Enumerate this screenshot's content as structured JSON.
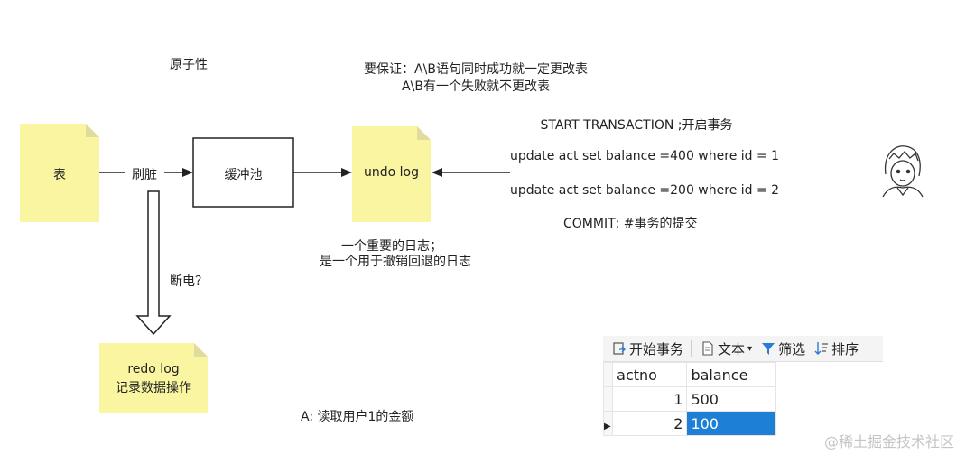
{
  "title": "原子性",
  "requirement": {
    "line1": "要保证：A\\B语句同时成功就一定更改表",
    "line2": "A\\B有一个失败就不更改表"
  },
  "nodes": {
    "table": "表",
    "flush": "刷脏",
    "buffer_pool": "缓冲池",
    "undo_log": "undo log",
    "power_off": "断电？",
    "redo_log_line1": "redo log",
    "redo_log_line2": "记录数据操作"
  },
  "undo_note": {
    "line1": "一个重要的日志；",
    "line2": "是一个用于撤销回退的日志"
  },
  "sql": {
    "start": "START TRANSACTION ;开启事务",
    "update1": "update act set balance =400 where id = 1",
    "update2": "update act set balance =200 where id = 2",
    "commit": "COMMIT;   #事务的提交"
  },
  "read_note": "A: 读取用户1的金额",
  "toolbar": {
    "begin_tx": "开始事务",
    "text": "文本",
    "filter": "筛选",
    "sort": "排序"
  },
  "table_grid": {
    "headers": [
      "actno",
      "balance"
    ],
    "rows": [
      {
        "actno": "1",
        "balance": "500"
      },
      {
        "actno": "2",
        "balance": "100"
      }
    ]
  },
  "watermark": "@稀土掘金技术社区",
  "colors": {
    "note_fill": "#faf5a0",
    "note_fold": "#e0dca0",
    "selection": "#1e7fd6"
  }
}
